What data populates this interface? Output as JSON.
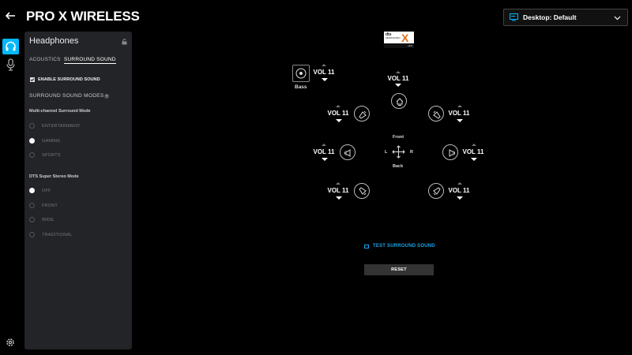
{
  "header": {
    "title": "PRO X WIRELESS",
    "profile_label": "Desktop: Default"
  },
  "panel": {
    "title": "Headphones",
    "tabs": [
      {
        "label": "ACOUSTICS",
        "active": false
      },
      {
        "label": "SURROUND SOUND",
        "active": true
      }
    ],
    "enable_surround": {
      "label": "ENABLE SURROUND SOUND",
      "checked": true
    },
    "modes_title": "SURROUND SOUND MODES",
    "help_glyph": "?",
    "multichannel": {
      "title": "Multi-channel Surround Mode",
      "options": [
        {
          "label": "ENTERTAINMENT",
          "selected": false
        },
        {
          "label": "GAMING",
          "selected": true
        },
        {
          "label": "SPORTS",
          "selected": false
        }
      ]
    },
    "dts_stereo": {
      "title": "DTS Super Stereo Mode",
      "options": [
        {
          "label": "OFF",
          "selected": true
        },
        {
          "label": "FRONT",
          "selected": false
        },
        {
          "label": "WIDE",
          "selected": false
        },
        {
          "label": "TRADITIONAL",
          "selected": false
        }
      ]
    }
  },
  "mixer": {
    "logo": {
      "brand": "dts",
      "sub": "HEADPHONE:X",
      "mark": "X",
      "version": "v2.0"
    },
    "bass": {
      "label": "Bass",
      "volume": "VOL 11"
    },
    "speakers": {
      "center": {
        "volume": "VOL 11",
        "icon": "center-speaker-icon"
      },
      "front_left": {
        "volume": "VOL 11",
        "icon": "front-left-speaker-icon"
      },
      "front_right": {
        "volume": "VOL 11",
        "icon": "front-right-speaker-icon"
      },
      "side_left": {
        "volume": "VOL 11",
        "icon": "side-left-speaker-icon"
      },
      "side_right": {
        "volume": "VOL 11",
        "icon": "side-right-speaker-icon"
      },
      "rear_left": {
        "volume": "VOL 11",
        "icon": "rear-left-speaker-icon"
      },
      "rear_right": {
        "volume": "VOL 11",
        "icon": "rear-right-speaker-icon"
      }
    },
    "directions": {
      "front": "Front",
      "back": "Back",
      "left": "L",
      "right": "R"
    },
    "test_label": "TEST SURROUND SOUND",
    "reset_label": "RESET"
  },
  "colors": {
    "accent": "#00b8fc",
    "link": "#1aa3e8",
    "panel": "#222427",
    "dts_orange": "#e46c1b"
  }
}
